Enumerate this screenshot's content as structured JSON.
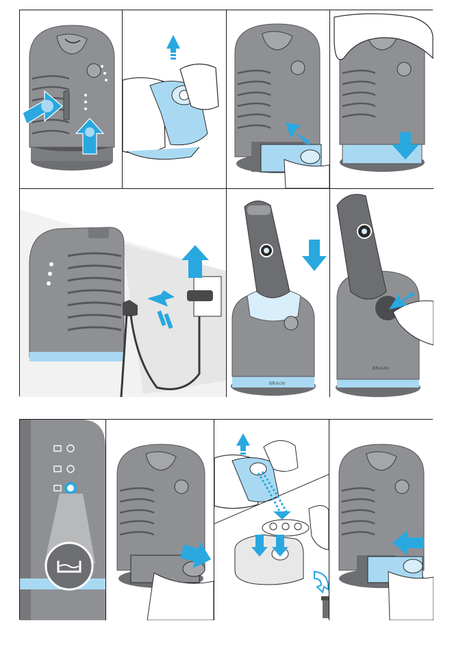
{
  "document": {
    "type": "instruction-illustrations",
    "brand_text": "BRAUN",
    "colors": {
      "arrow_blue": "#29a8e0",
      "light_blue": "#a9d9f2",
      "pale_blue": "#d8eefa",
      "device_gray": "#8e9094",
      "device_dark": "#6c6e72",
      "hand_outline": "#2a2a2a",
      "frame": "#1a1a1a"
    },
    "icons": {
      "arrow": "blue-arrow-icon",
      "led": "indicator-led-icon",
      "cartridge_symbol": "cleaning-fluid-symbol-icon",
      "bin": "waste-bin-icon",
      "plug": "power-plug-icon"
    },
    "top_steps": [
      {
        "step": "press-release-buttons"
      },
      {
        "step": "peel-cartridge-seal"
      },
      {
        "step": "insert-cartridge"
      },
      {
        "step": "press-station-down"
      },
      {
        "step": "plug-in-station"
      },
      {
        "step": "insert-shaver"
      },
      {
        "step": "press-cleaning-button"
      }
    ],
    "bottom_steps": [
      {
        "step": "low-fluid-indicator"
      },
      {
        "step": "remove-cartridge"
      },
      {
        "step": "reseal-and-dispose"
      },
      {
        "step": "insert-new-cartridge"
      }
    ]
  }
}
